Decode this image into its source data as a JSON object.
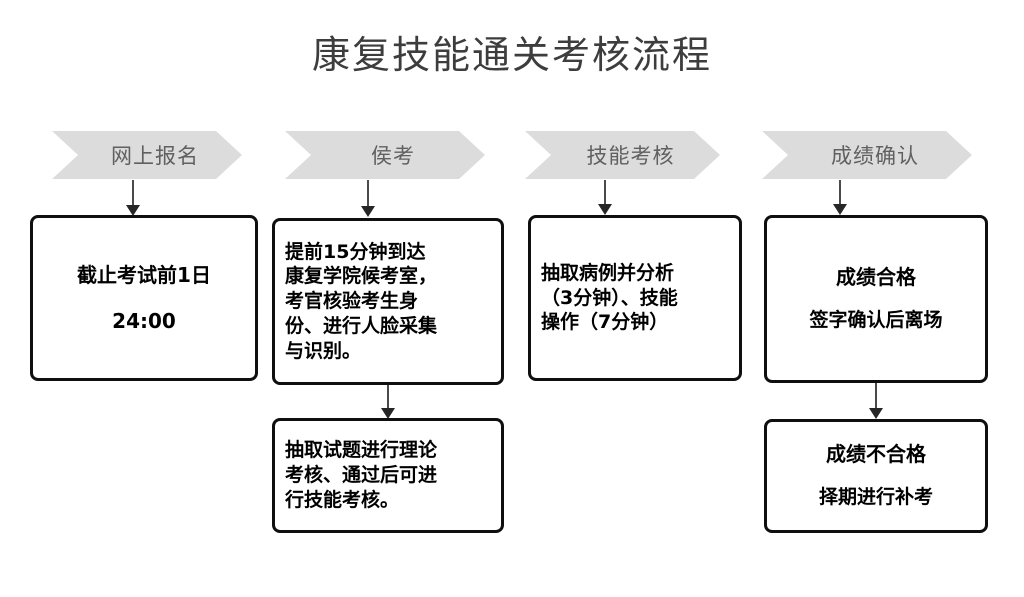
{
  "page": {
    "title": "康复技能通关考核流程",
    "background_color": "#ffffff",
    "title_color": "#3d3d3d"
  },
  "theme": {
    "chevron_fill": "#dcdcdc",
    "chevron_text": "#606060",
    "box_border": "#0f0f0f",
    "box_fill": "#ffffff",
    "box_text": "#000000",
    "arrow_color": "#4a4a4a"
  },
  "stages": [
    {
      "id": "stage-online-registration",
      "label": "网上报名"
    },
    {
      "id": "stage-waiting",
      "label": "侯考"
    },
    {
      "id": "stage-skill-exam",
      "label": "技能考核"
    },
    {
      "id": "stage-score-confirm",
      "label": "成绩确认"
    }
  ],
  "boxes": {
    "registration_deadline": {
      "line1": "截止考试前1日",
      "line2": "24:00"
    },
    "waiting_room": {
      "line1": "提前15分钟到达",
      "line2": "康复学院候考室，",
      "line3": "考官核验考生身",
      "line4": "份、进行人脸采集",
      "line5": "与识别。"
    },
    "theory_exam": {
      "line1": "抽取试题进行理论",
      "line2": "考核、通过后可进",
      "line3": "行技能考核。"
    },
    "skill_operation": {
      "line1": "抽取病例并分析",
      "line2": "（3分钟）、技能",
      "line3": "操作（7分钟）"
    },
    "pass_result": {
      "line1": "成绩合格",
      "line2": "签字确认后离场"
    },
    "fail_result": {
      "line1": "成绩不合格",
      "line2": "择期进行补考"
    }
  },
  "connectors": [
    {
      "id": "arrow-stage1-to-deadline",
      "from": "网上报名",
      "to": "截止考试前1日 24:00"
    },
    {
      "id": "arrow-stage2-to-waiting",
      "from": "侯考",
      "to": "提前15分钟到达康复学院候考室"
    },
    {
      "id": "arrow-waiting-to-theory",
      "from": "提前15分钟到达康复学院候考室",
      "to": "抽取试题进行理论考核"
    },
    {
      "id": "arrow-stage3-to-skill",
      "from": "技能考核",
      "to": "抽取病例并分析"
    },
    {
      "id": "arrow-stage4-to-pass",
      "from": "成绩确认",
      "to": "成绩合格"
    },
    {
      "id": "arrow-pass-to-fail",
      "from": "成绩合格",
      "to": "成绩不合格"
    }
  ]
}
